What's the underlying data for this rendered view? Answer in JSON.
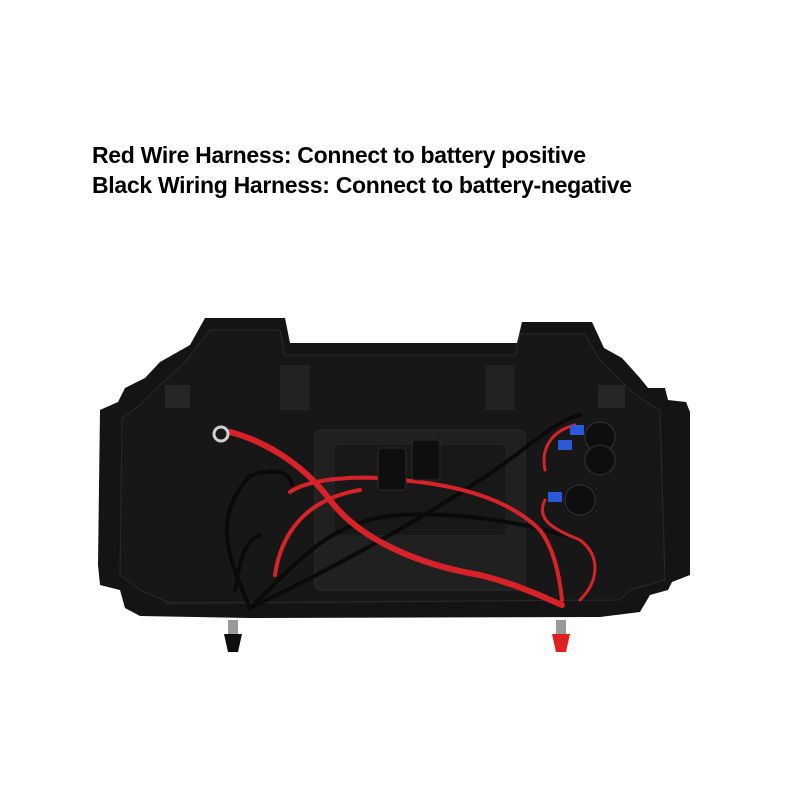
{
  "caption": {
    "line1": "Red Wire Harness: Connect to battery positive",
    "line2": "Black Wiring Harness: Connect to battery-negative"
  },
  "image": {
    "subject": "black plastic battery box with wiring harness",
    "components": [
      "ring-terminal",
      "red-wire",
      "black-wire",
      "inline-fuse-holders",
      "12v-sockets",
      "usb-socket",
      "negative-terminal-post",
      "positive-terminal-post"
    ],
    "colors": {
      "box": "#141414",
      "box_inner": "#1e1e1e",
      "red_wire": "#d8222a",
      "black_wire": "#0a0a0a",
      "blue_connector": "#2a5ad8",
      "positive_cap": "#e02020",
      "background": "#ffffff"
    }
  }
}
